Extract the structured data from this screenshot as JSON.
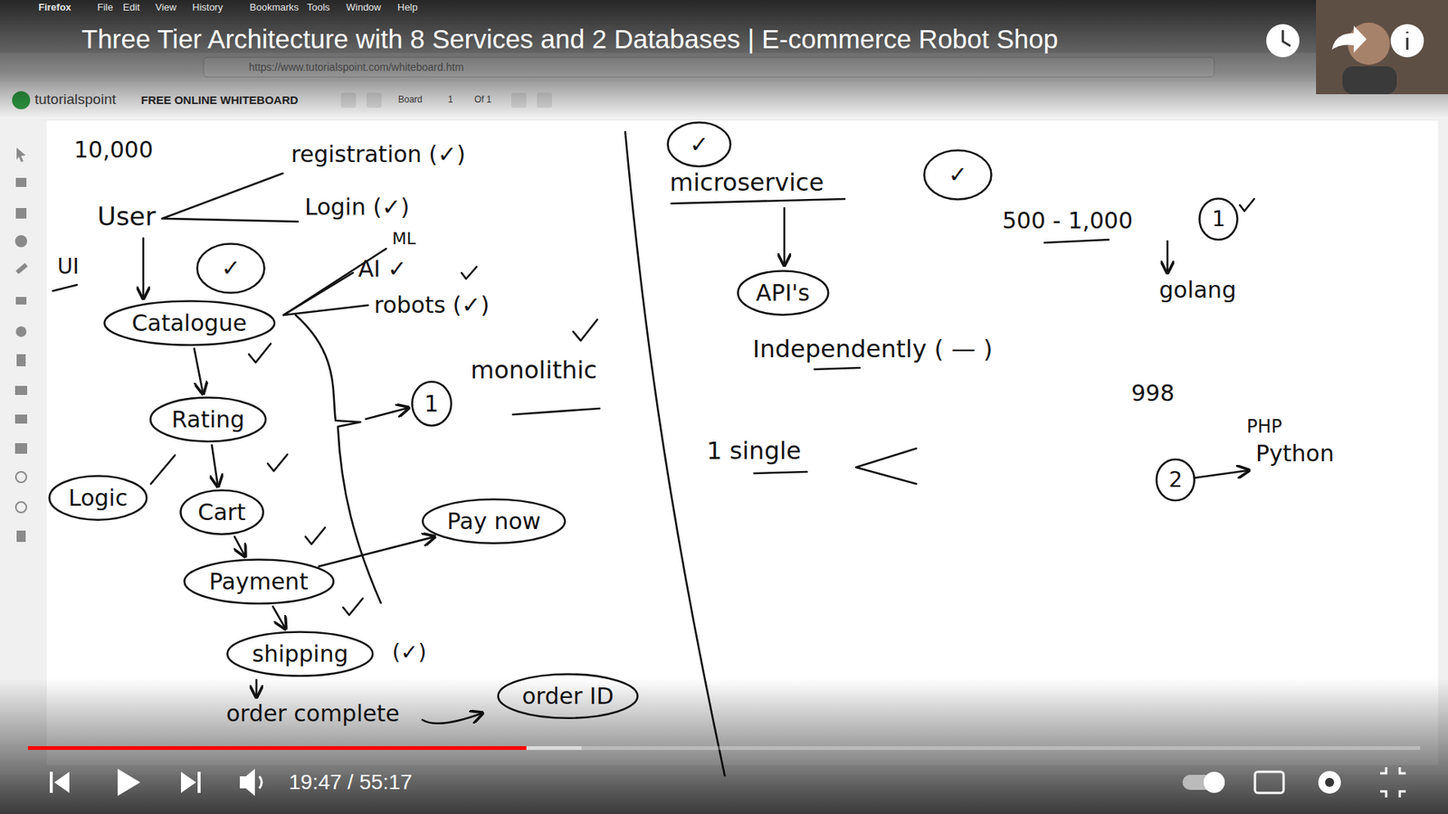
{
  "diagram": {
    "title": "Three Tier Architecture with 8 Services and 2 Databases | E-commerce Robot Shop",
    "nodes": [
      {
        "text": [
          "✓"
        ]
      },
      {
        "text": [
          "Catalogue"
        ]
      },
      {
        "text": [
          "Rating"
        ]
      },
      {
        "text": [
          "Logic"
        ]
      },
      {
        "text": [
          "Cart"
        ]
      },
      {
        "text": [
          "Payment"
        ]
      },
      {
        "text": [
          "shipping"
        ]
      },
      {
        "text": [
          "Pay now"
        ]
      },
      {
        "text": [
          "order ID"
        ]
      },
      {
        "text": [
          "1"
        ]
      },
      {
        "text": [
          "✓"
        ]
      },
      {
        "text": [
          "✓"
        ]
      },
      {
        "text": [
          "API's"
        ]
      },
      {
        "text": [
          "1"
        ]
      },
      {
        "text": [
          "2"
        ]
      }
    ],
    "edges": [
      {
        "from": 1,
        "to": 2,
        "arrow": "to"
      },
      {
        "from": 2,
        "to": 4,
        "arrow": "to"
      },
      {
        "from": 4,
        "to": 5,
        "arrow": "to"
      },
      {
        "from": 5,
        "to": 6,
        "arrow": "to"
      },
      {
        "from": 5,
        "to": 7,
        "arrow": "to"
      }
    ],
    "labels": [
      "Firefox",
      "File",
      "Edit",
      "View",
      "History",
      "Bookmarks",
      "Tools",
      "Window",
      "Help",
      "https://www.tutorialspoint.com/whiteboard.htm",
      "tutorialspoint",
      "FREE ONLINE WHITEBOARD",
      "Board",
      "1",
      "Of 1",
      "10,000",
      "User",
      "registration (✓)",
      "Login (✓)",
      "UI",
      "ML",
      "AI ✓",
      "robots (✓)",
      "monolithic",
      "(✓)",
      "order complete",
      "microservice",
      "500 - 1,000",
      "golang",
      "Independently ( — )",
      "998",
      "1 single",
      "PHP",
      "Python",
      "19:47 / 55:17"
    ]
  }
}
